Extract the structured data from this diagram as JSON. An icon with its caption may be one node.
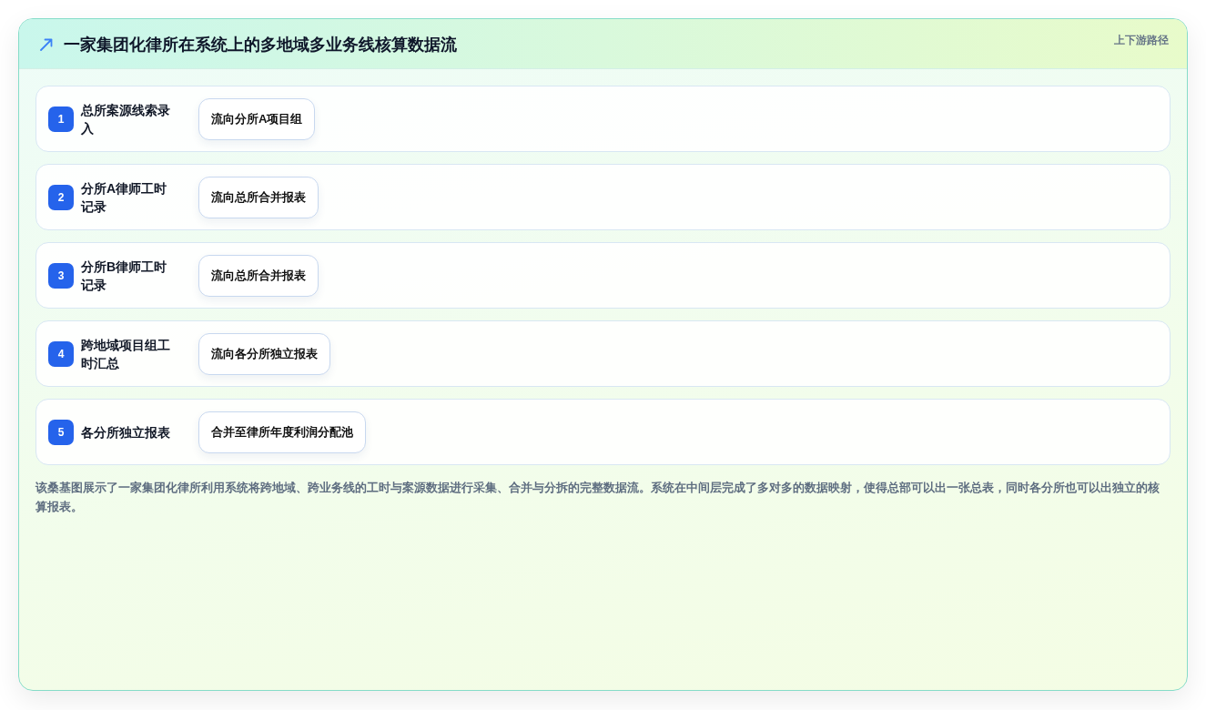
{
  "diagram": {
    "title": "一家集团化律所在系统上的多地域多业务线核算数据流",
    "caption": "该桑基图展示了一家集团化律所利用系统将跨地域、跨业务线的工时与案源数据进行采集、合并与分拆的完整数据流。系统在中间层完成了多对多的数据映射，使得总部可以出一张总表，同时各分所也可以出独立的核算报表。",
    "nodes": [
      {
        "text": [
          "总所案源线索录入"
        ]
      },
      {
        "text": [
          "1"
        ],
        "in": 0
      },
      {
        "text": [
          "流向分所A项目组"
        ],
        "in": 0
      },
      {
        "text": [
          "分所A律师工时记录"
        ]
      },
      {
        "text": [
          "2"
        ],
        "in": 3
      },
      {
        "text": [
          "流向总所合并报表"
        ],
        "in": 3
      },
      {
        "text": [
          "分所B律师工时记录"
        ]
      },
      {
        "text": [
          "3"
        ],
        "in": 6
      },
      {
        "text": [
          "流向总所合并报表"
        ],
        "in": 6
      },
      {
        "text": [
          "跨地域项目组工时汇总"
        ]
      },
      {
        "text": [
          "4"
        ],
        "in": 9
      },
      {
        "text": [
          "流向各分所独立报表"
        ],
        "in": 9
      },
      {
        "text": [
          "各分所独立报表"
        ]
      },
      {
        "text": [
          "5"
        ],
        "in": 12
      },
      {
        "text": [
          "合并至律所年度利润分配池"
        ],
        "in": 12
      }
    ],
    "labels": [
      "上下游路径"
    ]
  }
}
